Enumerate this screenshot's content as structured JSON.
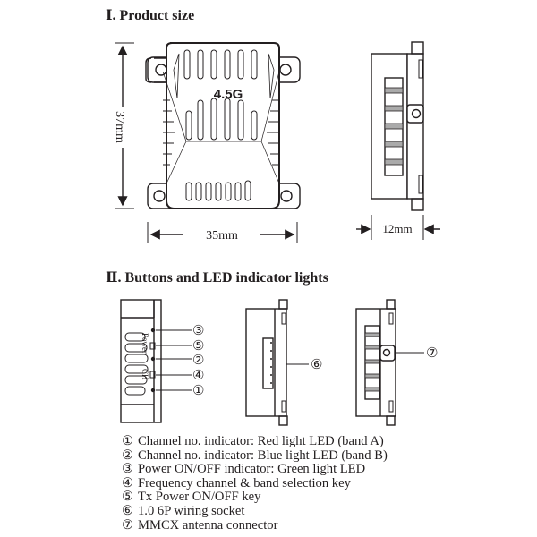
{
  "section1": {
    "title": "Ⅰ. Product size"
  },
  "section2": {
    "title": "Ⅱ.  Buttons and LED indicator lights"
  },
  "top_view": {
    "model_label": "4.5G",
    "height_dim": "37mm",
    "width_dim": "35mm"
  },
  "side_view": {
    "thickness_dim": "12mm"
  },
  "left_view": {
    "power_label": "Power",
    "ch_label": "CH"
  },
  "callouts": {
    "c1": "①",
    "c2": "②",
    "c3": "③",
    "c4": "④",
    "c5": "⑤",
    "c6": "⑥",
    "c7": "⑦"
  },
  "legend": [
    {
      "num": "①",
      "text": "Channel no. indicator: Red light LED (band A)"
    },
    {
      "num": "②",
      "text": "Channel no. indicator: Blue light LED (band B)"
    },
    {
      "num": "③",
      "text": "Power ON/OFF indicator: Green light LED"
    },
    {
      "num": "④",
      "text": "Frequency channel & band selection key"
    },
    {
      "num": "⑤",
      "text": "Tx Power ON/OFF key"
    },
    {
      "num": "⑥",
      "text": "1.0 6P wiring socket"
    },
    {
      "num": "⑦",
      "text": "MMCX antenna connector"
    }
  ]
}
